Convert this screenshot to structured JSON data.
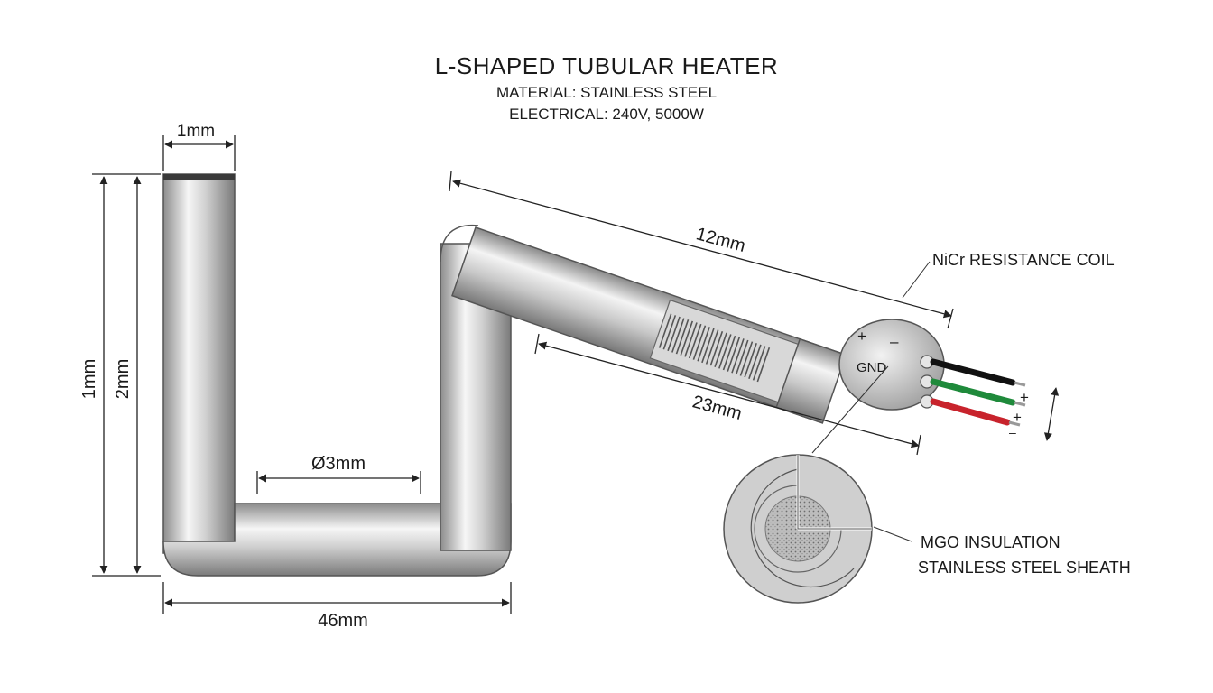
{
  "header": {
    "title": "L-SHAPED TUBULAR HEATER",
    "material": "MATERIAL: STAINLESS STEEL",
    "electrical": "ELECTRICAL: 240V, 5000W"
  },
  "dimensions": {
    "top_width": "1mm",
    "outer_height": "1mm",
    "inner_height": "2mm",
    "tube_diameter": "Ø3mm",
    "base_length": "46mm",
    "arm_length": "12mm",
    "sheath_length": "23mm"
  },
  "terminal": {
    "plus": "+",
    "minus": "–",
    "ground": "GND",
    "lead_plus_1": "+",
    "lead_plus_2": "+",
    "lead_minus": "–"
  },
  "callouts": {
    "coil": "NiCr RESISTANCE COIL",
    "insulation": "MGO INSULATION",
    "sheath": "STAINLESS STEEL SHEATH"
  },
  "colors": {
    "wire_black": "#111111",
    "wire_green": "#1f8a3b",
    "wire_red": "#c8232c",
    "steel_light": "#f4f4f4",
    "steel_dark": "#8a8a8a"
  }
}
